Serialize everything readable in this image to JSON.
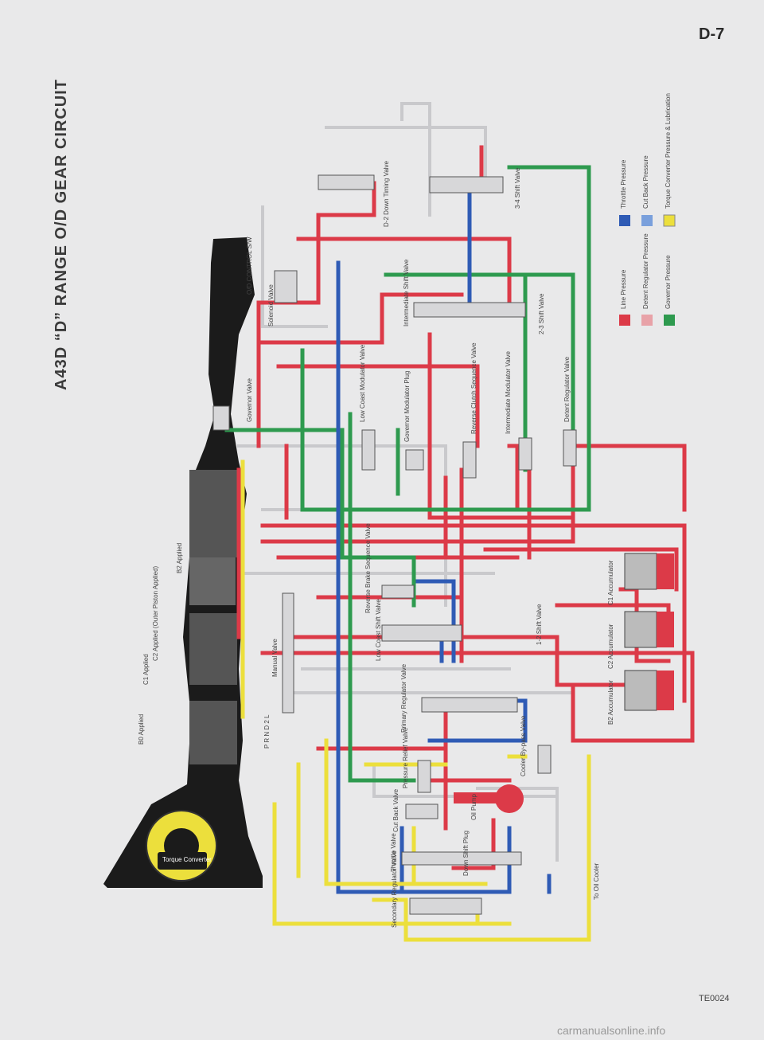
{
  "page_number": "D-7",
  "title": "A43D “D” RANGE O/D GEAR CIRCUIT",
  "reference_code": "TE0024",
  "watermark": "carmanualsonline.info",
  "colors": {
    "line_pressure": "#dc3a48",
    "throttle_pressure": "#2f5bb5",
    "governor_pressure": "#2e9a4f",
    "lubrication": "#ecdf3c",
    "detent_regulator": "#e8a2a8",
    "cut_back": "#7aa0dc",
    "casing": "#1b1b1b"
  },
  "legend": [
    {
      "label": "Line Pressure",
      "color": "#dc3a48"
    },
    {
      "label": "Throttle Pressure",
      "color": "#2f5bb5"
    },
    {
      "label": "Detent Regulator Pressure",
      "color": "#e8a2a8"
    },
    {
      "label": "Cut Back Pressure",
      "color": "#7aa0dc"
    },
    {
      "label": "Governor Pressure",
      "color": "#2e9a4f"
    },
    {
      "label": "Torque Converter Pressure & Lubrication",
      "color": "#ecdf3c"
    }
  ],
  "labels": {
    "d2_down": "D-2 Down Timing Valve",
    "shift_34": "3-4 Shift Valve",
    "od_control": "O/D CONTROL S/W",
    "solenoid": "Solenoid Valve",
    "intermediate_shift": "Intermediate Shift Valve",
    "shift_23": "2-3 Shift Valve",
    "governor_valve": "Governor Valve",
    "low_coast_mod": "Low Coast Modulator Valve",
    "governor_mod": "Governor Modulator Plug",
    "reverse_clutch": "Reverse Clutch Sequence Valve",
    "intermediate_mod": "Intermediate Modulator Valve",
    "detent_reg": "Detent Regulator Valve",
    "b2_applied": "B2 Applied",
    "c2_applied": "C2 Applied (Outer Piston Applied)",
    "c1_applied": "C1 Applied",
    "b0_applied": "B0 Applied",
    "manual_valve": "Manual Valve",
    "prnd": "P R N D 2 L",
    "reverse_brake": "Reverse Brake Sequence Valve",
    "low_coast_shift": "Low Coast Shift Valve",
    "shift_12": "1-2 Shift Valve",
    "c1_acc": "C1 Accumulator",
    "c2_acc": "C2 Accumulator",
    "b2_acc": "B2 Accumulator",
    "primary_reg": "Primary Regulator Valve",
    "pressure_relief": "Pressure Relief Valve",
    "oil_pump": "Oil Pump",
    "cooler_bypass": "Cooler By-pass Valve",
    "cut_back": "Cut Back Valve",
    "throttle": "Throttle Valve",
    "down_shift": "Down Shift Plug",
    "secondary_reg": "Secondary Regulator Valve",
    "to_cooler": "To Oil Cooler",
    "torque_converter": "Torque Converter"
  }
}
